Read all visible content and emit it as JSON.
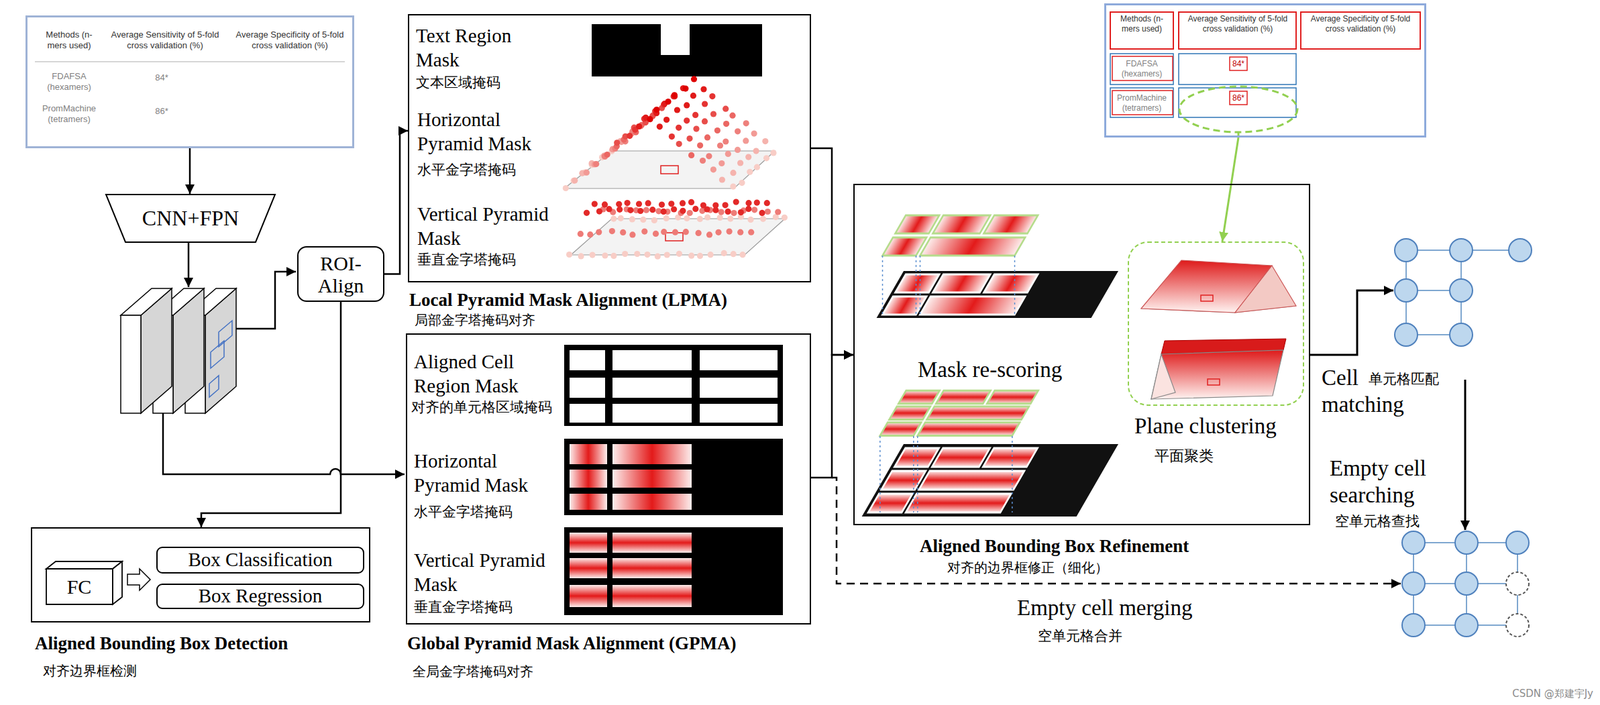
{
  "diagram": {
    "nodes": [
      {
        "text": [
          "Methods (n-mers used)",
          "Average Sensitivity of 5-fold cross validation (%)",
          "Average Specificity of 5-fold cross validation (%)",
          "FDAFSA (hexamers)",
          "84*",
          "PromMachine (tetramers)",
          "86*"
        ]
      },
      {
        "text": [
          "CNN+FPN"
        ]
      },
      {
        "text": [
          "ROI-Align"
        ]
      },
      {
        "text": [
          "Text Region Mask",
          "文本区域掩码",
          "Horizontal Pyramid Mask",
          "水平金字塔掩码",
          "Vertical Pyramid Mask",
          "垂直金字塔掩码",
          "Local Pyramid Mask Alignment (LPMA)",
          "局部金字塔掩码对齐"
        ]
      },
      {
        "text": [
          "Aligned Cell Region Mask",
          "对齐的单元格区域掩码",
          "Horizontal Pyramid Mask",
          "水平金字塔掩码",
          "Vertical Pyramid Mask",
          "垂直金字塔掩码",
          "Global Pyramid Mask Alignment (GPMA)",
          "全局金字塔掩码对齐"
        ]
      },
      {
        "text": [
          "Aligned Bounding Box Detection",
          "对齐边界框检测"
        ]
      },
      {
        "text": [
          "FC"
        ],
        "in": 5
      },
      {
        "text": [
          "Box Classification"
        ],
        "in": 5
      },
      {
        "text": [
          "Box Regression"
        ],
        "in": 5
      },
      {
        "text": [
          "Methods (n-mers used)",
          "Average Sensitivity of 5-fold cross validation (%)",
          "Average Specificity of 5-fold cross validation (%)",
          "FDAFSA (hexamers)",
          "84*",
          "PromMachine (tetramers)",
          "86*"
        ]
      },
      {
        "text": [
          "Mask re-scoring",
          "Aligned Bounding Box Refinement",
          "对齐的边界框修正（细化）"
        ]
      },
      {
        "text": [
          "Plane clustering",
          "平面聚类"
        ],
        "in": 10
      }
    ],
    "edges": [
      {
        "from": 0,
        "to": 1,
        "arrow": "to"
      },
      {
        "from": 2,
        "to": 3,
        "arrow": "to"
      },
      {
        "from": 2,
        "to": 5,
        "arrow": "to"
      },
      {
        "from": 3,
        "to": 10,
        "arrow": "to"
      },
      {
        "from": 4,
        "to": 10,
        "arrow": "to"
      },
      {
        "from": 9,
        "to": 11,
        "arrow": "to"
      }
    ],
    "labels": [
      "Cell matching",
      "单元格匹配",
      "Empty cell searching",
      "空单元格查找",
      "Empty cell merging",
      "空单元格合并",
      "CSDN @郑建宇Jy"
    ]
  }
}
